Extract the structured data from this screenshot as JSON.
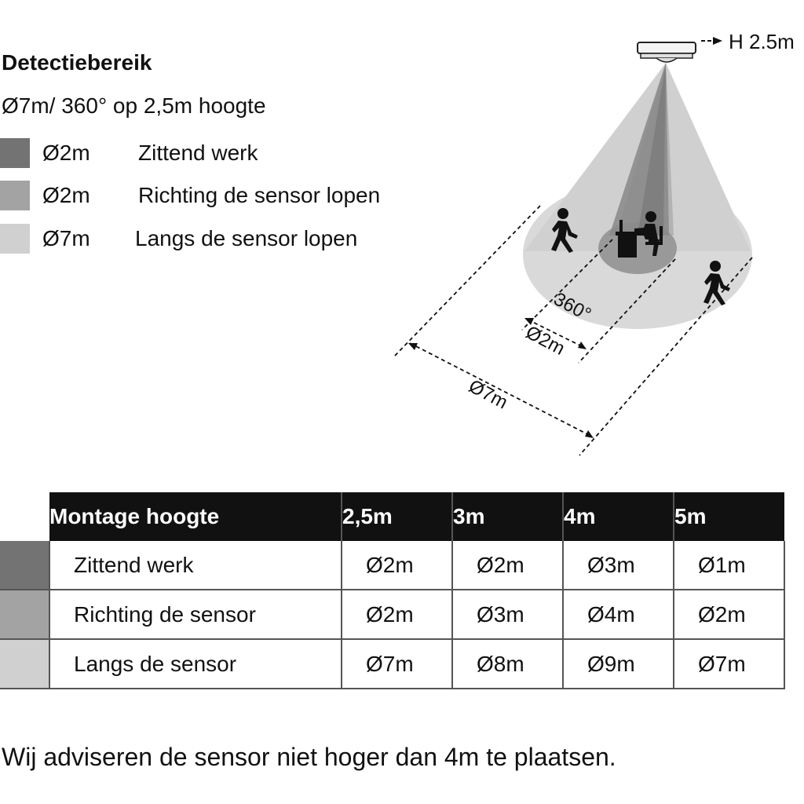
{
  "colors": {
    "dark": "#737373",
    "mid": "#a3a3a3",
    "light": "#d0d0d0",
    "header_bg": "#111111"
  },
  "legend": {
    "title": "Detectiebereik",
    "subtitle": "Ø7m/ 360° op 2,5m hoogte",
    "items": [
      {
        "diameter": "Ø2m",
        "label": "Zittend werk",
        "color": "#737373"
      },
      {
        "diameter": "Ø2m",
        "label": "Richting de sensor lopen",
        "color": "#a3a3a3"
      },
      {
        "diameter": "Ø7m",
        "label": "Langs de sensor lopen",
        "color": "#d0d0d0"
      }
    ]
  },
  "diagram": {
    "height_label": "H 2.5m",
    "angle_label": "360°",
    "inner_dim": "Ø2m",
    "outer_dim": "Ø7m",
    "icons": [
      "walking-person-icon",
      "seated-worker-icon",
      "walking-person-icon"
    ]
  },
  "table": {
    "header": {
      "label": "Montage hoogte",
      "heights": [
        "2,5m",
        "3m",
        "4m",
        "5m"
      ]
    },
    "rows": [
      {
        "label": "Zittend werk",
        "color": "#737373",
        "values": [
          "Ø2m",
          "Ø2m",
          "Ø3m",
          "Ø1m"
        ]
      },
      {
        "label": "Richting de sensor",
        "color": "#a3a3a3",
        "values": [
          "Ø2m",
          "Ø3m",
          "Ø4m",
          "Ø2m"
        ]
      },
      {
        "label": "Langs de sensor",
        "color": "#d0d0d0",
        "values": [
          "Ø7m",
          "Ø8m",
          "Ø9m",
          "Ø7m"
        ]
      }
    ]
  },
  "footer": "Wij adviseren de sensor niet hoger dan 4m te plaatsen."
}
